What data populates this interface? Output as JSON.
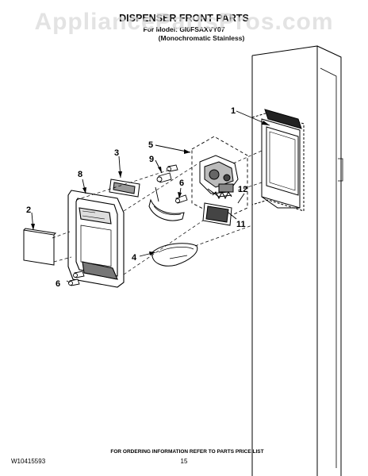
{
  "watermark": "AppliancePartsPros.com",
  "header": {
    "title": "DISPENSER FRONT PARTS",
    "model_line": "For Model: GI0FSAXVY07",
    "variant_line": "(Monochromatic Stainless)"
  },
  "callouts": [
    "1",
    "2",
    "3",
    "4",
    "5",
    "6",
    "6",
    "8",
    "9",
    "11",
    "12"
  ],
  "footer": {
    "ordering_note": "FOR ORDERING INFORMATION REFER TO PARTS PRICE LIST",
    "doc_number": "W10415593",
    "page_number": "15"
  }
}
